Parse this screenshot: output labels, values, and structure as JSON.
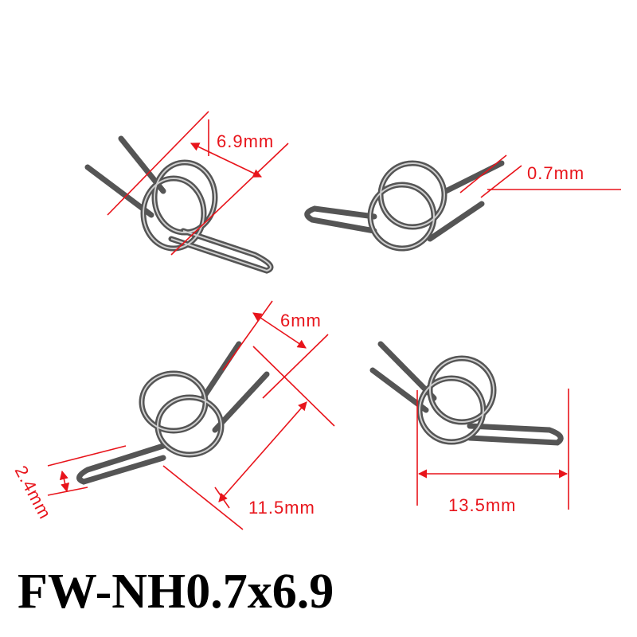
{
  "colors": {
    "background": "#ffffff",
    "dimension_line": "#e8141b",
    "wire": "#5a5a5a",
    "wire_highlight": "#cfcfcf",
    "title": "#000000"
  },
  "dimensions": {
    "coil_outer_diameter": "6.9mm",
    "wire_diameter": "0.7mm",
    "coil_inner_span": "6mm",
    "leg_offset": "2.4mm",
    "leg_length": "11.5mm",
    "overall_length": "13.5mm"
  },
  "title": "FW-NH0.7x6.9"
}
